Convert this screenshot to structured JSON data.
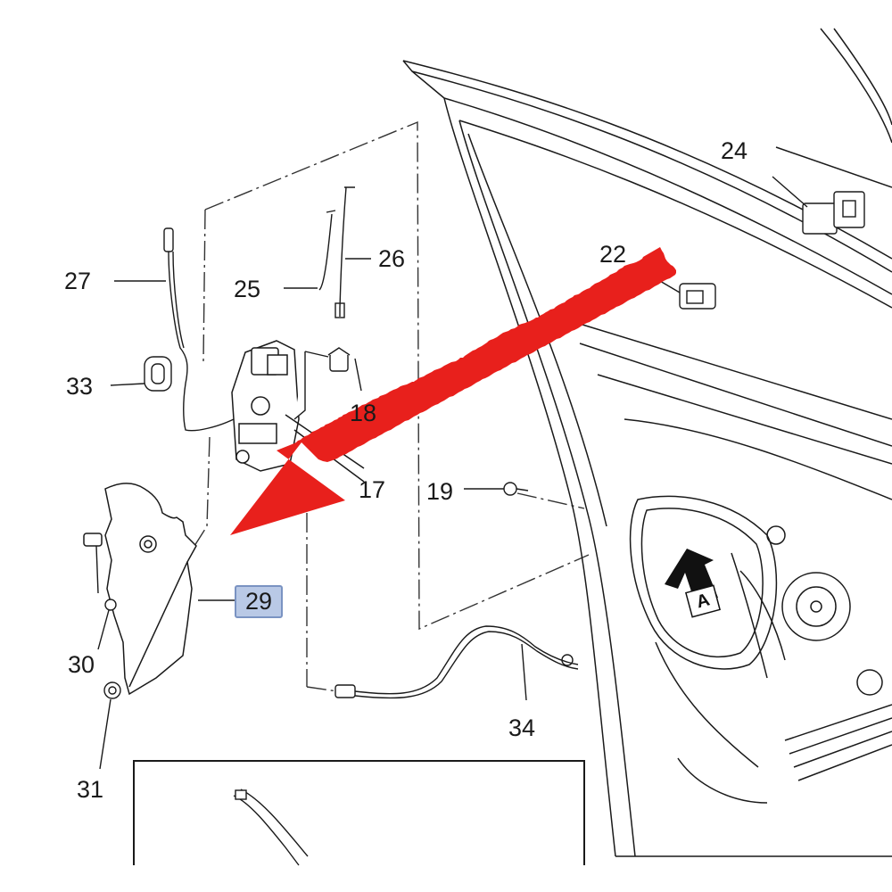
{
  "callouts": {
    "c17": "17",
    "c18": "18",
    "c19": "19",
    "c22": "22",
    "c24": "24",
    "c25": "25",
    "c26": "26",
    "c27": "27",
    "c29": "29",
    "c30": "30",
    "c31": "31",
    "c33": "33",
    "c34": "34"
  },
  "highlighted_callout": "29",
  "view_label": "A",
  "colors": {
    "arrow": "#e8201c",
    "highlight_fill": "#b9c9e6",
    "highlight_border": "#7a93c2",
    "linework": "#1a1a1a"
  }
}
